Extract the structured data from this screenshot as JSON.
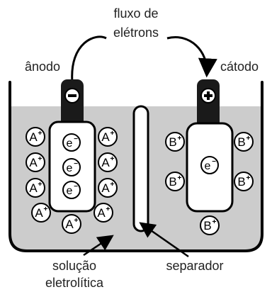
{
  "labels": {
    "electron_flow": [
      "fluxo de",
      "elétrons"
    ],
    "anode": "ânodo",
    "cathode": "cátodo",
    "solution": [
      "solução",
      "eletrolítica"
    ],
    "separator": "separador"
  },
  "symbols": {
    "anode_terminal": "−",
    "cathode_terminal": "+",
    "anion": "A",
    "cation": "B",
    "electron": "e",
    "positive_charge": "+",
    "negative_charge": "−"
  },
  "colors": {
    "electrolyte": "#cccccc",
    "terminal": "#1a1a1a",
    "stroke": "#000000",
    "fill": "#ffffff"
  }
}
